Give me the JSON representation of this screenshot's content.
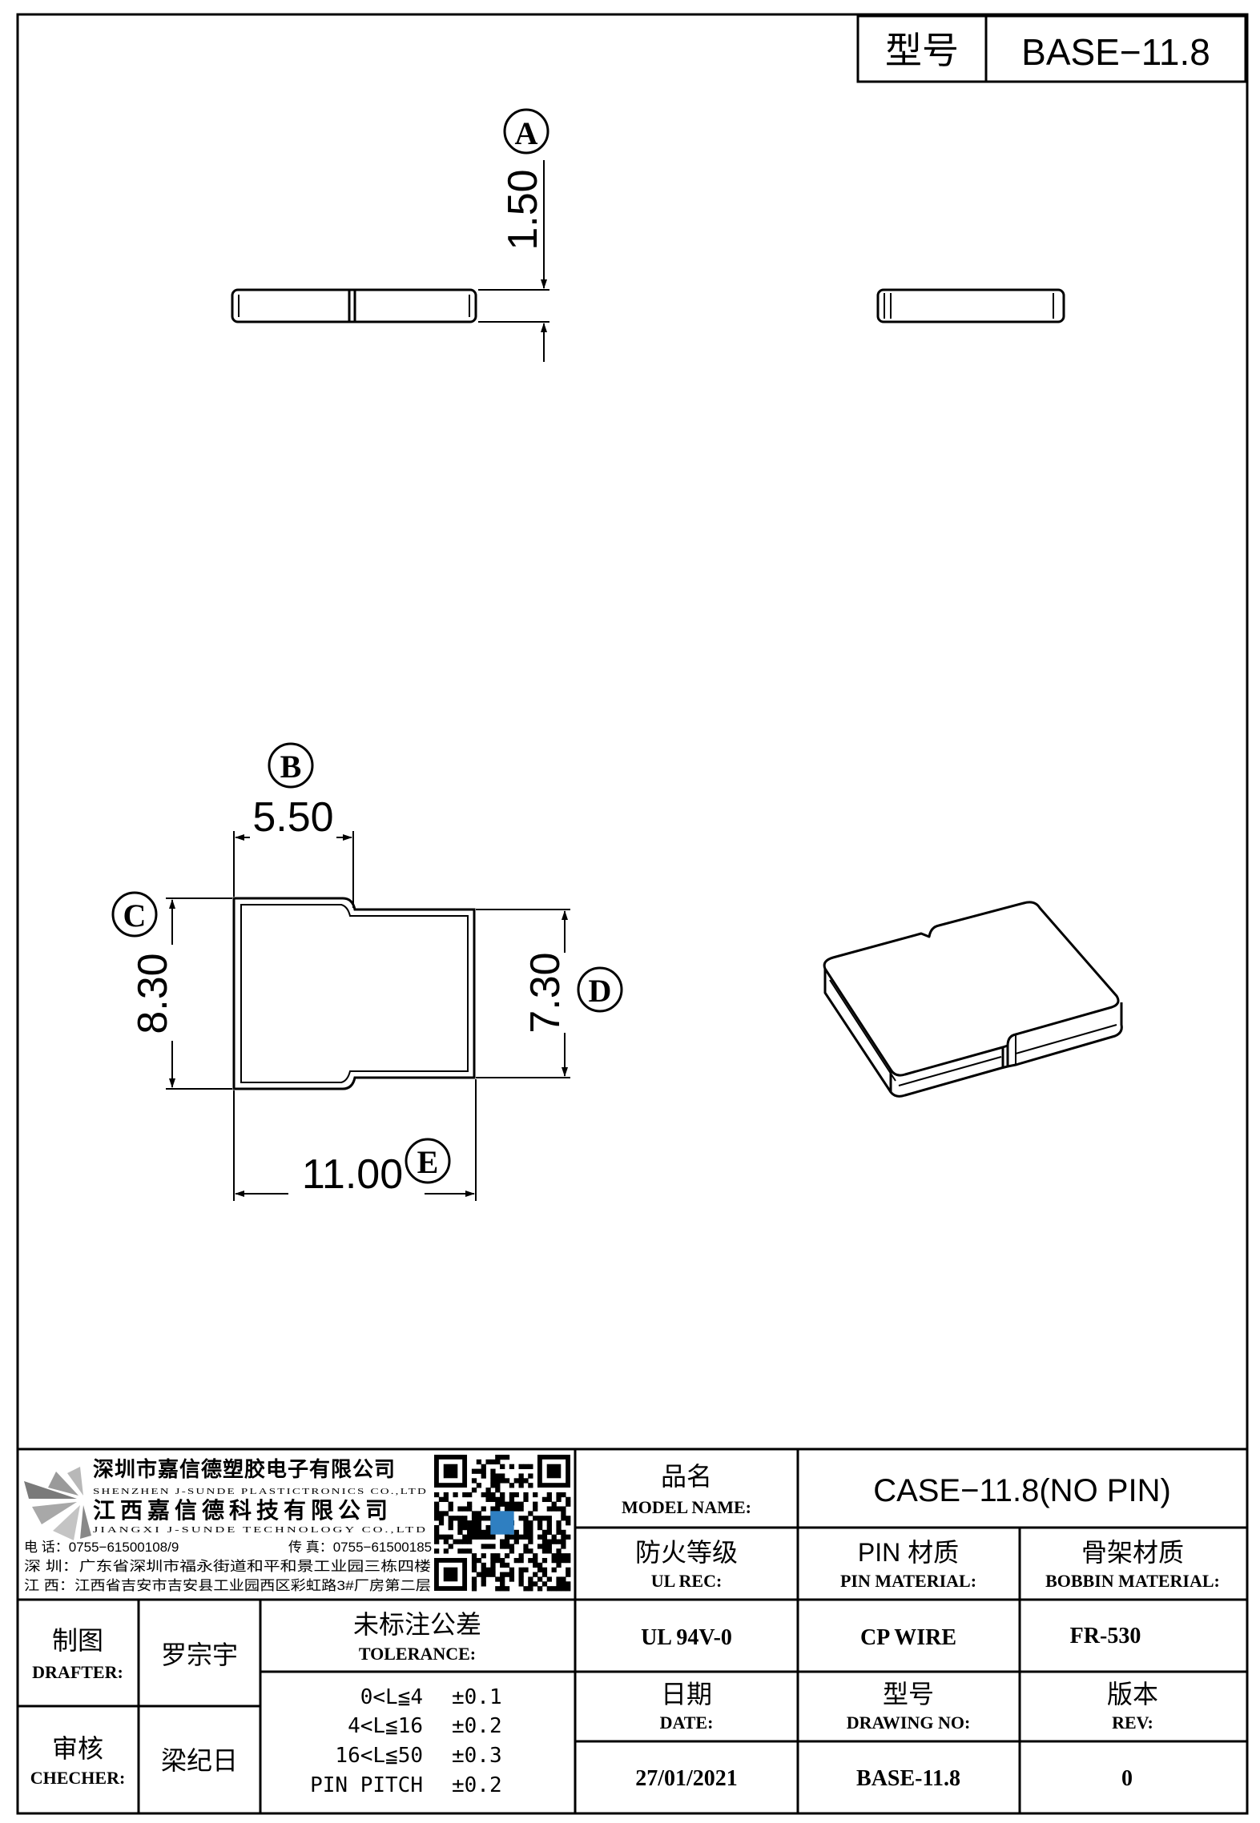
{
  "title_block_top": {
    "label": "型号",
    "value": "BASE−11.8"
  },
  "dimensions": {
    "A": {
      "letter": "A",
      "value": "1.50"
    },
    "B": {
      "letter": "B",
      "value": "5.50"
    },
    "C": {
      "letter": "C",
      "value": "8.30"
    },
    "D": {
      "letter": "D",
      "value": "7.30"
    },
    "E": {
      "letter": "E",
      "value": "11.00"
    }
  },
  "company": {
    "name_cn_1": "深圳市嘉信德塑胶电子有限公司",
    "name_en_1": "SHENZHEN J-SUNDE PLASTICTRONICS CO.,LTD",
    "name_cn_2": "江西嘉信德科技有限公司",
    "name_en_2": "JIANGXI J-SUNDE TECHNOLOGY CO.,LTD",
    "phone": "电 话：0755−61500108/9",
    "fax": "传 真：0755−61500185",
    "addr_sz": "深 圳：广东省深圳市福永街道和平和景工业园三栋四楼",
    "addr_jx": "江 西：江西省吉安市吉安县工业园西区彩虹路3#厂房第二层"
  },
  "model_name": {
    "label_cn": "品名",
    "label_en": "MODEL NAME:",
    "value": "CASE−11.8(NO PIN)"
  },
  "ul_rec": {
    "label_cn": "防火等级",
    "label_en": "UL REC:",
    "value": "UL 94V-0"
  },
  "pin_material": {
    "label_cn": "PIN 材质",
    "label_en": "PIN MATERIAL:",
    "value": "CP WIRE"
  },
  "bobbin_material": {
    "label_cn": "骨架材质",
    "label_en": "BOBBIN MATERIAL:",
    "value": "FR-530"
  },
  "drafter": {
    "label_cn": "制图",
    "label_en": "DRAFTER:",
    "name": "罗宗宇"
  },
  "checker": {
    "label_cn": "审核",
    "label_en": "CHECHER:",
    "name": "梁纪日"
  },
  "tolerance": {
    "label_cn": "未标注公差",
    "label_en": "TOLERANCE:",
    "rows": [
      {
        "range": "0<L≦4",
        "value": "±0.1"
      },
      {
        "range": "4<L≦16",
        "value": "±0.2"
      },
      {
        "range": "16<L≦50",
        "value": "±0.3"
      },
      {
        "range": "PIN PITCH",
        "value": "±0.2"
      }
    ]
  },
  "date": {
    "label_cn": "日期",
    "label_en": "DATE:",
    "value": "27/01/2021"
  },
  "drawing_no": {
    "label_cn": "型号",
    "label_en": "DRAWING NO:",
    "value": "BASE-11.8"
  },
  "rev": {
    "label_cn": "版本",
    "label_en": "REV:",
    "value": "0"
  }
}
